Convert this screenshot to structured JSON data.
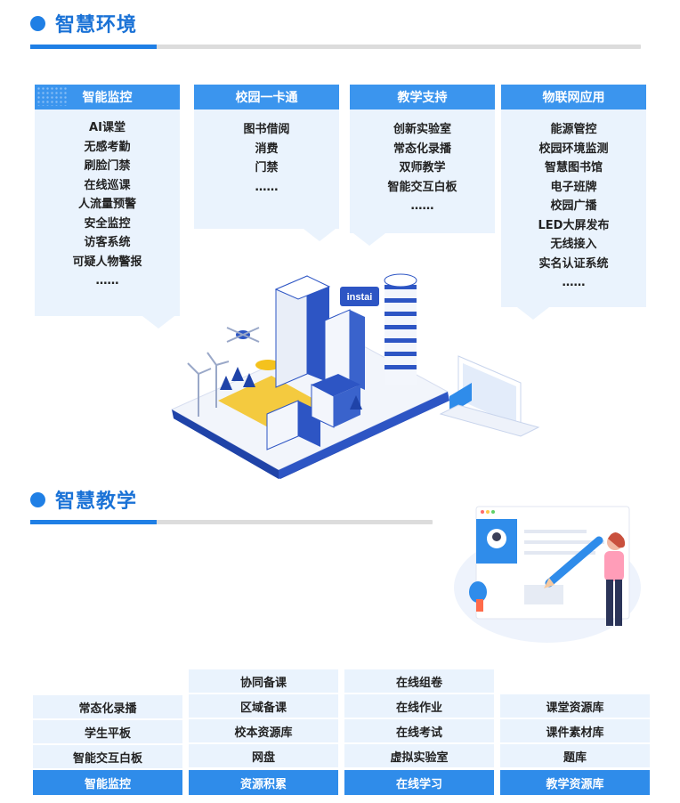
{
  "section1": {
    "title": "智慧环境"
  },
  "section2": {
    "title": "智慧教学"
  },
  "cards": [
    {
      "title": "智能监控",
      "items": [
        "AI课堂",
        "无感考勤",
        "刷脸门禁",
        "在线巡课",
        "人流量预警",
        "安全监控",
        "访客系统",
        "可疑人物警报",
        "……"
      ]
    },
    {
      "title": "校园一卡通",
      "items": [
        "图书借阅",
        "消费",
        "门禁",
        "……"
      ]
    },
    {
      "title": "教学支持",
      "items": [
        "创新实验室",
        "常态化录播",
        "双师教学",
        "智能交互白板",
        "……"
      ]
    },
    {
      "title": "物联网应用",
      "items": [
        "能源管控",
        "校园环境监测",
        "智慧图书馆",
        "电子班牌",
        "校园广播",
        "LED大屏发布",
        "无线接入",
        "实名认证系统",
        "……"
      ]
    }
  ],
  "illustration": {
    "sign_text": "instai"
  },
  "table": {
    "columns": [
      {
        "header": "智能监控",
        "items": [
          "常态化录播",
          "学生平板",
          "智能交互白板"
        ]
      },
      {
        "header": "资源积累",
        "items": [
          "协同备课",
          "区域备课",
          "校本资源库",
          "网盘"
        ]
      },
      {
        "header": "在线学习",
        "items": [
          "在线组卷",
          "在线作业",
          "在线考试",
          "虚拟实验室"
        ]
      },
      {
        "header": "教学资源库",
        "items": [
          "课堂资源库",
          "课件素材库",
          "题库"
        ]
      }
    ]
  },
  "colors": {
    "accent": "#1f7fe5",
    "title": "#1a72d6",
    "card_head": "#3b95ee",
    "card_body": "#eaf3fd",
    "divider": "#dcdcdc"
  }
}
